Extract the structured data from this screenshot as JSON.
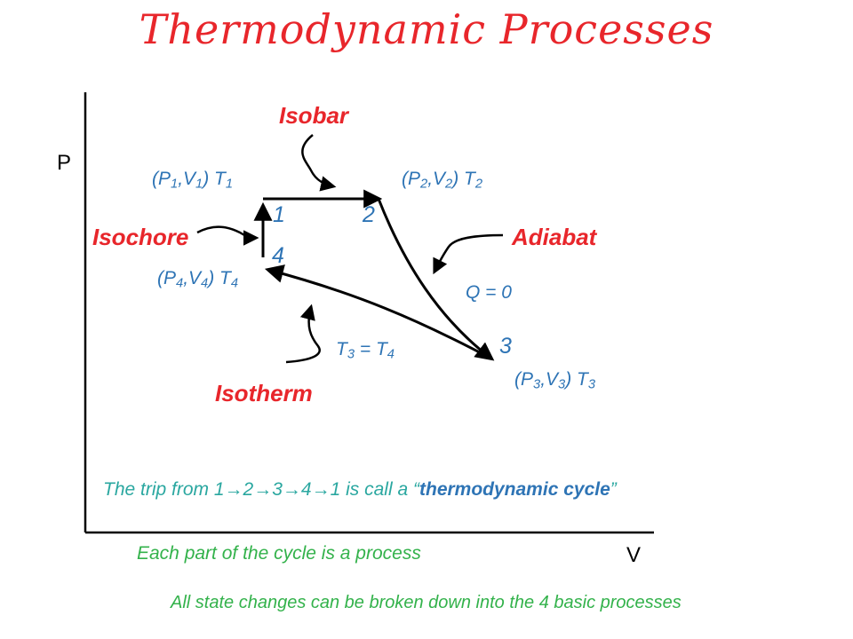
{
  "title": "Thermodynamic Processes",
  "axes": {
    "y_label": "P",
    "x_label": "V"
  },
  "processes": {
    "isobar": "Isobar",
    "isochore": "Isochore",
    "adiabat": "Adiabat",
    "isotherm": "Isotherm"
  },
  "states": {
    "s1": {
      "num": "1",
      "P": "P",
      "P_sub": "1",
      "V": "V",
      "V_sub": "1",
      "T": "T",
      "T_sub": "1"
    },
    "s2": {
      "num": "2",
      "P": "P",
      "P_sub": "2",
      "V": "V",
      "V_sub": "2",
      "T": "T",
      "T_sub": "2"
    },
    "s3": {
      "num": "3",
      "P": "P",
      "P_sub": "3",
      "V": "V",
      "V_sub": "3",
      "T": "T",
      "T_sub": "3"
    },
    "s4": {
      "num": "4",
      "P": "P",
      "P_sub": "4",
      "V": "V",
      "V_sub": "4",
      "T": "T",
      "T_sub": "4"
    }
  },
  "annotations": {
    "adiabat_q": "Q = 0",
    "isotherm_t_left": "T",
    "isotherm_t_left_sub": "3",
    "isotherm_eq": " = ",
    "isotherm_t_right": "T",
    "isotherm_t_right_sub": "4"
  },
  "cycle_text": {
    "prefix": "The trip from 1",
    "n2": "2",
    "n3": "3",
    "n4": "4",
    "n1": "1",
    "middle": " is call a ",
    "quote_open": "“",
    "emphasis": "thermodynamic cycle",
    "quote_close": "”",
    "arrow": "→"
  },
  "footer": {
    "process_note": "Each part of the cycle is a process",
    "basic_note": "All state changes can be broken down into the 4 basic processes"
  },
  "colors": {
    "title": "#e8262b",
    "process_label": "#e8262b",
    "state_label": "#2e74b5",
    "cycle_text": "#2aa7a0",
    "footer": "#33b24b",
    "lines": "#000000"
  }
}
